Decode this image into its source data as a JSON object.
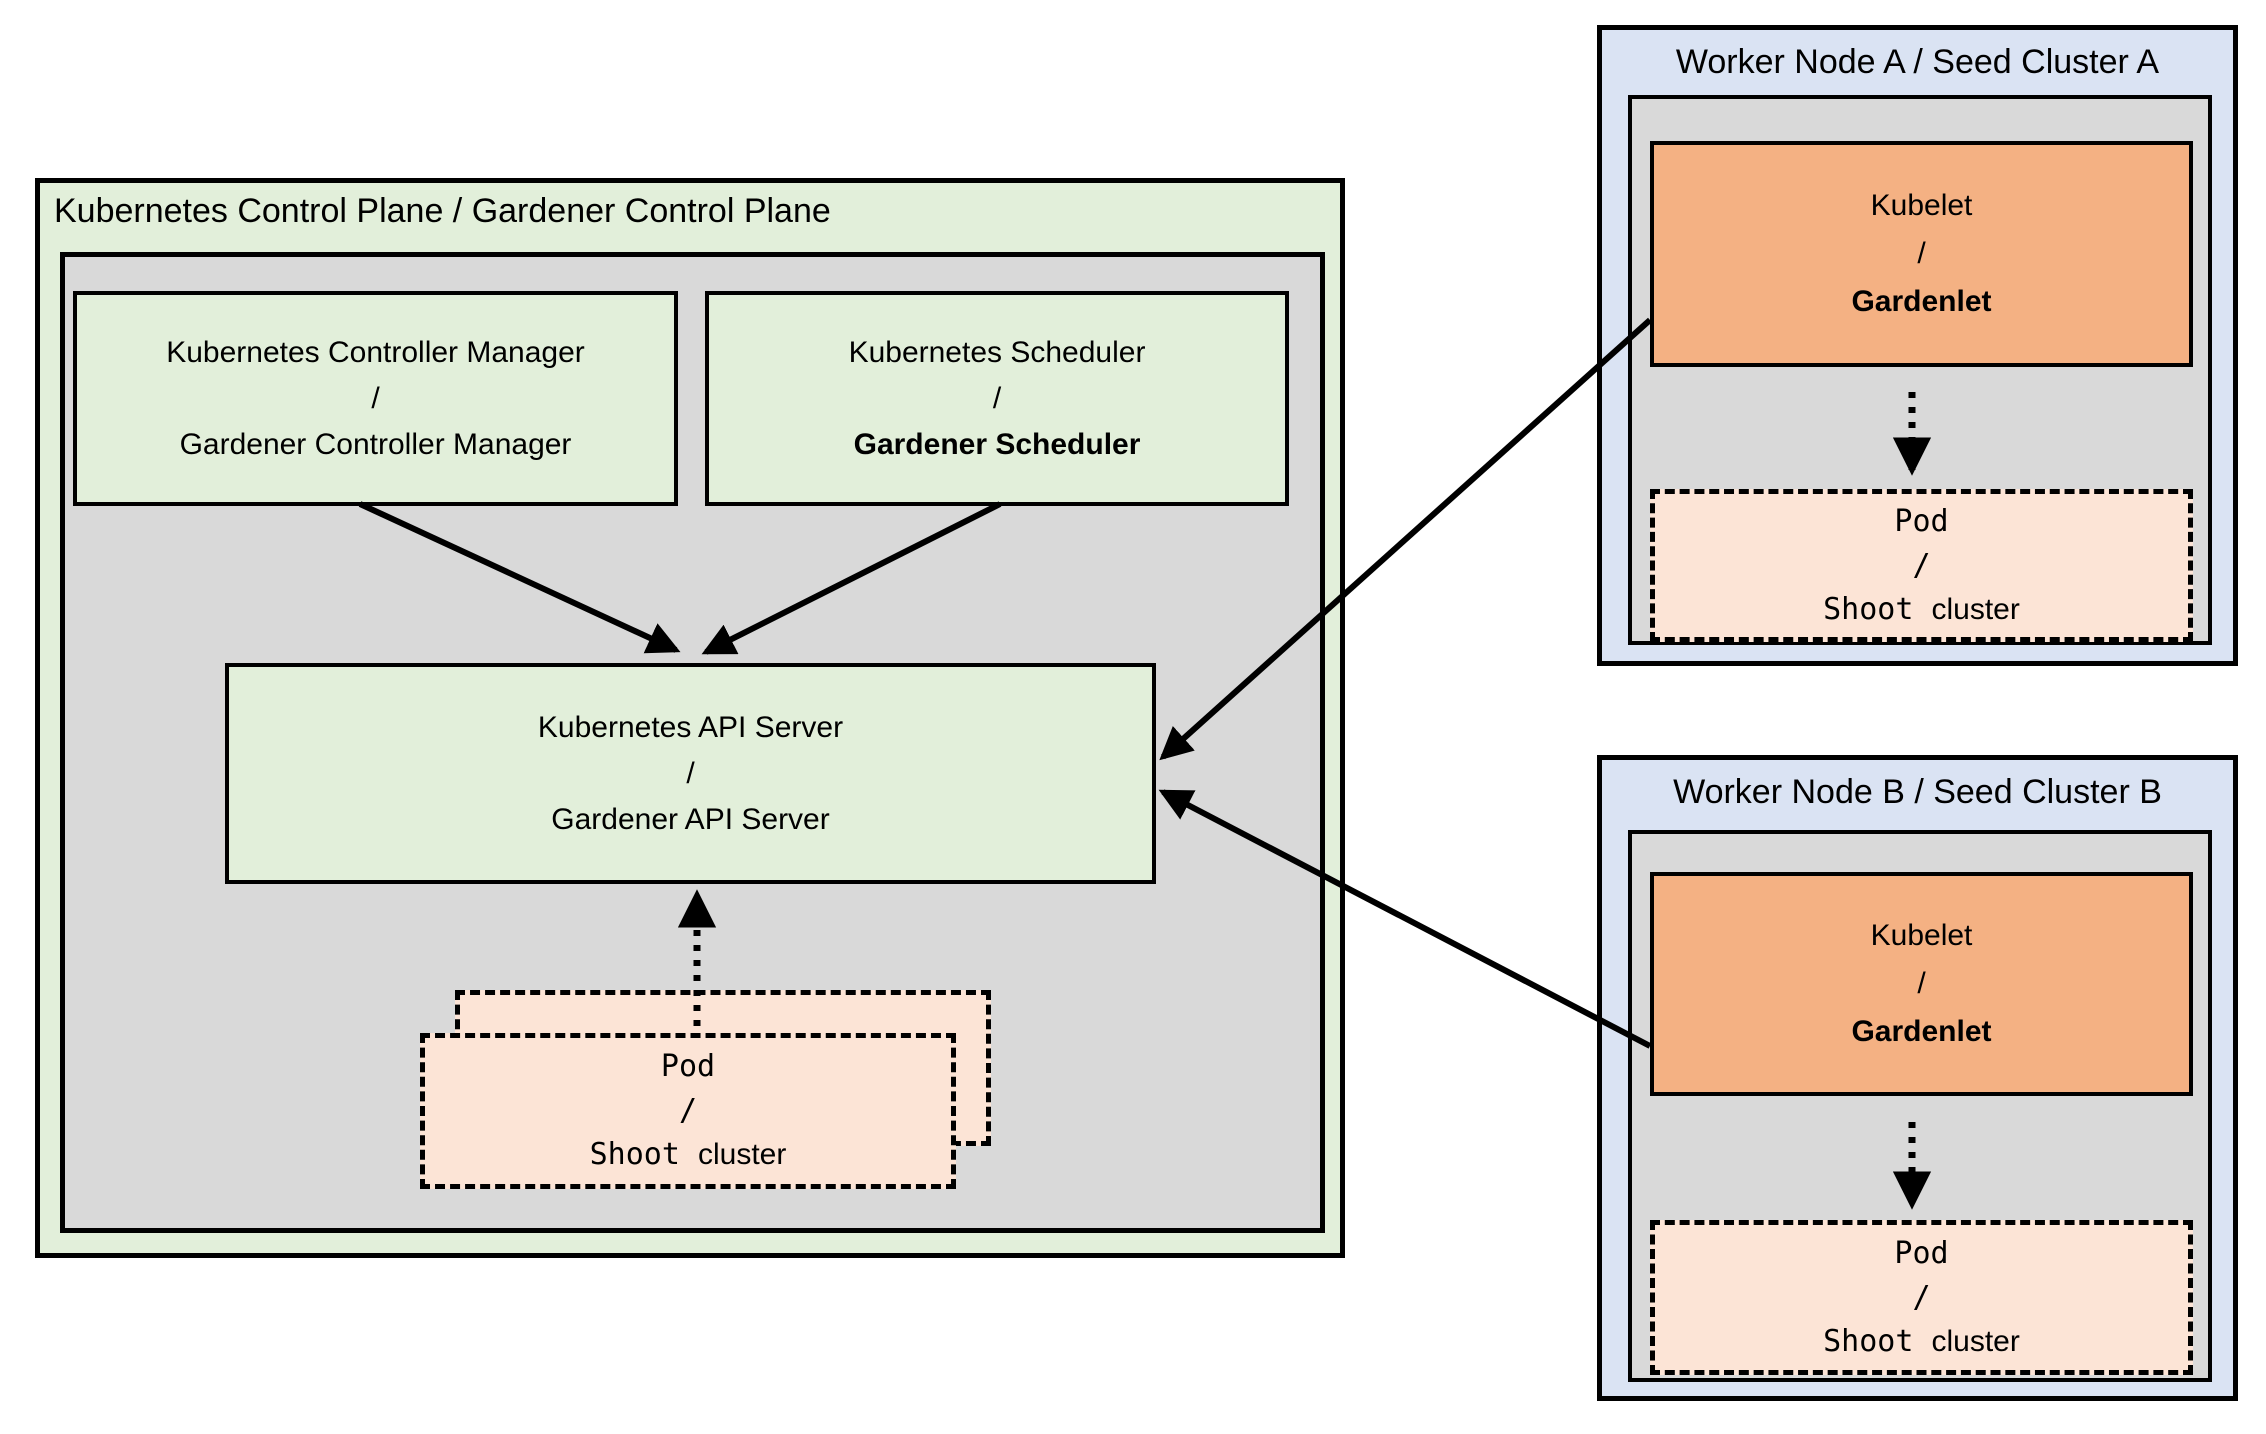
{
  "colors": {
    "green_light": "#e2efda",
    "gray": "#d9d9d9",
    "orange": "#f4b183",
    "peach": "#fce4d6",
    "blue_light": "#dae3f3",
    "border": "#000000"
  },
  "control_plane": {
    "title": "Kubernetes Control Plane / Gardener Control Plane",
    "controller_manager": {
      "line1": "Kubernetes Controller Manager",
      "sep": "/",
      "line2": "Gardener Controller Manager"
    },
    "scheduler": {
      "line1": "Kubernetes Scheduler",
      "sep": "/",
      "line2": "Gardener Scheduler"
    },
    "api_server": {
      "line1": "Kubernetes API Server",
      "sep": "/",
      "line2": "Gardener API Server"
    }
  },
  "pod": {
    "line1": "Pod",
    "sep": "/",
    "mono_word": "Shoot",
    "sans_word": "cluster"
  },
  "worker_a": {
    "title": "Worker Node A / Seed Cluster A",
    "kubelet": {
      "line1": "Kubelet",
      "sep": "/",
      "line2": "Gardenlet"
    }
  },
  "worker_b": {
    "title": "Worker Node B / Seed Cluster B",
    "kubelet": {
      "line1": "Kubelet",
      "sep": "/",
      "line2": "Gardenlet"
    }
  }
}
